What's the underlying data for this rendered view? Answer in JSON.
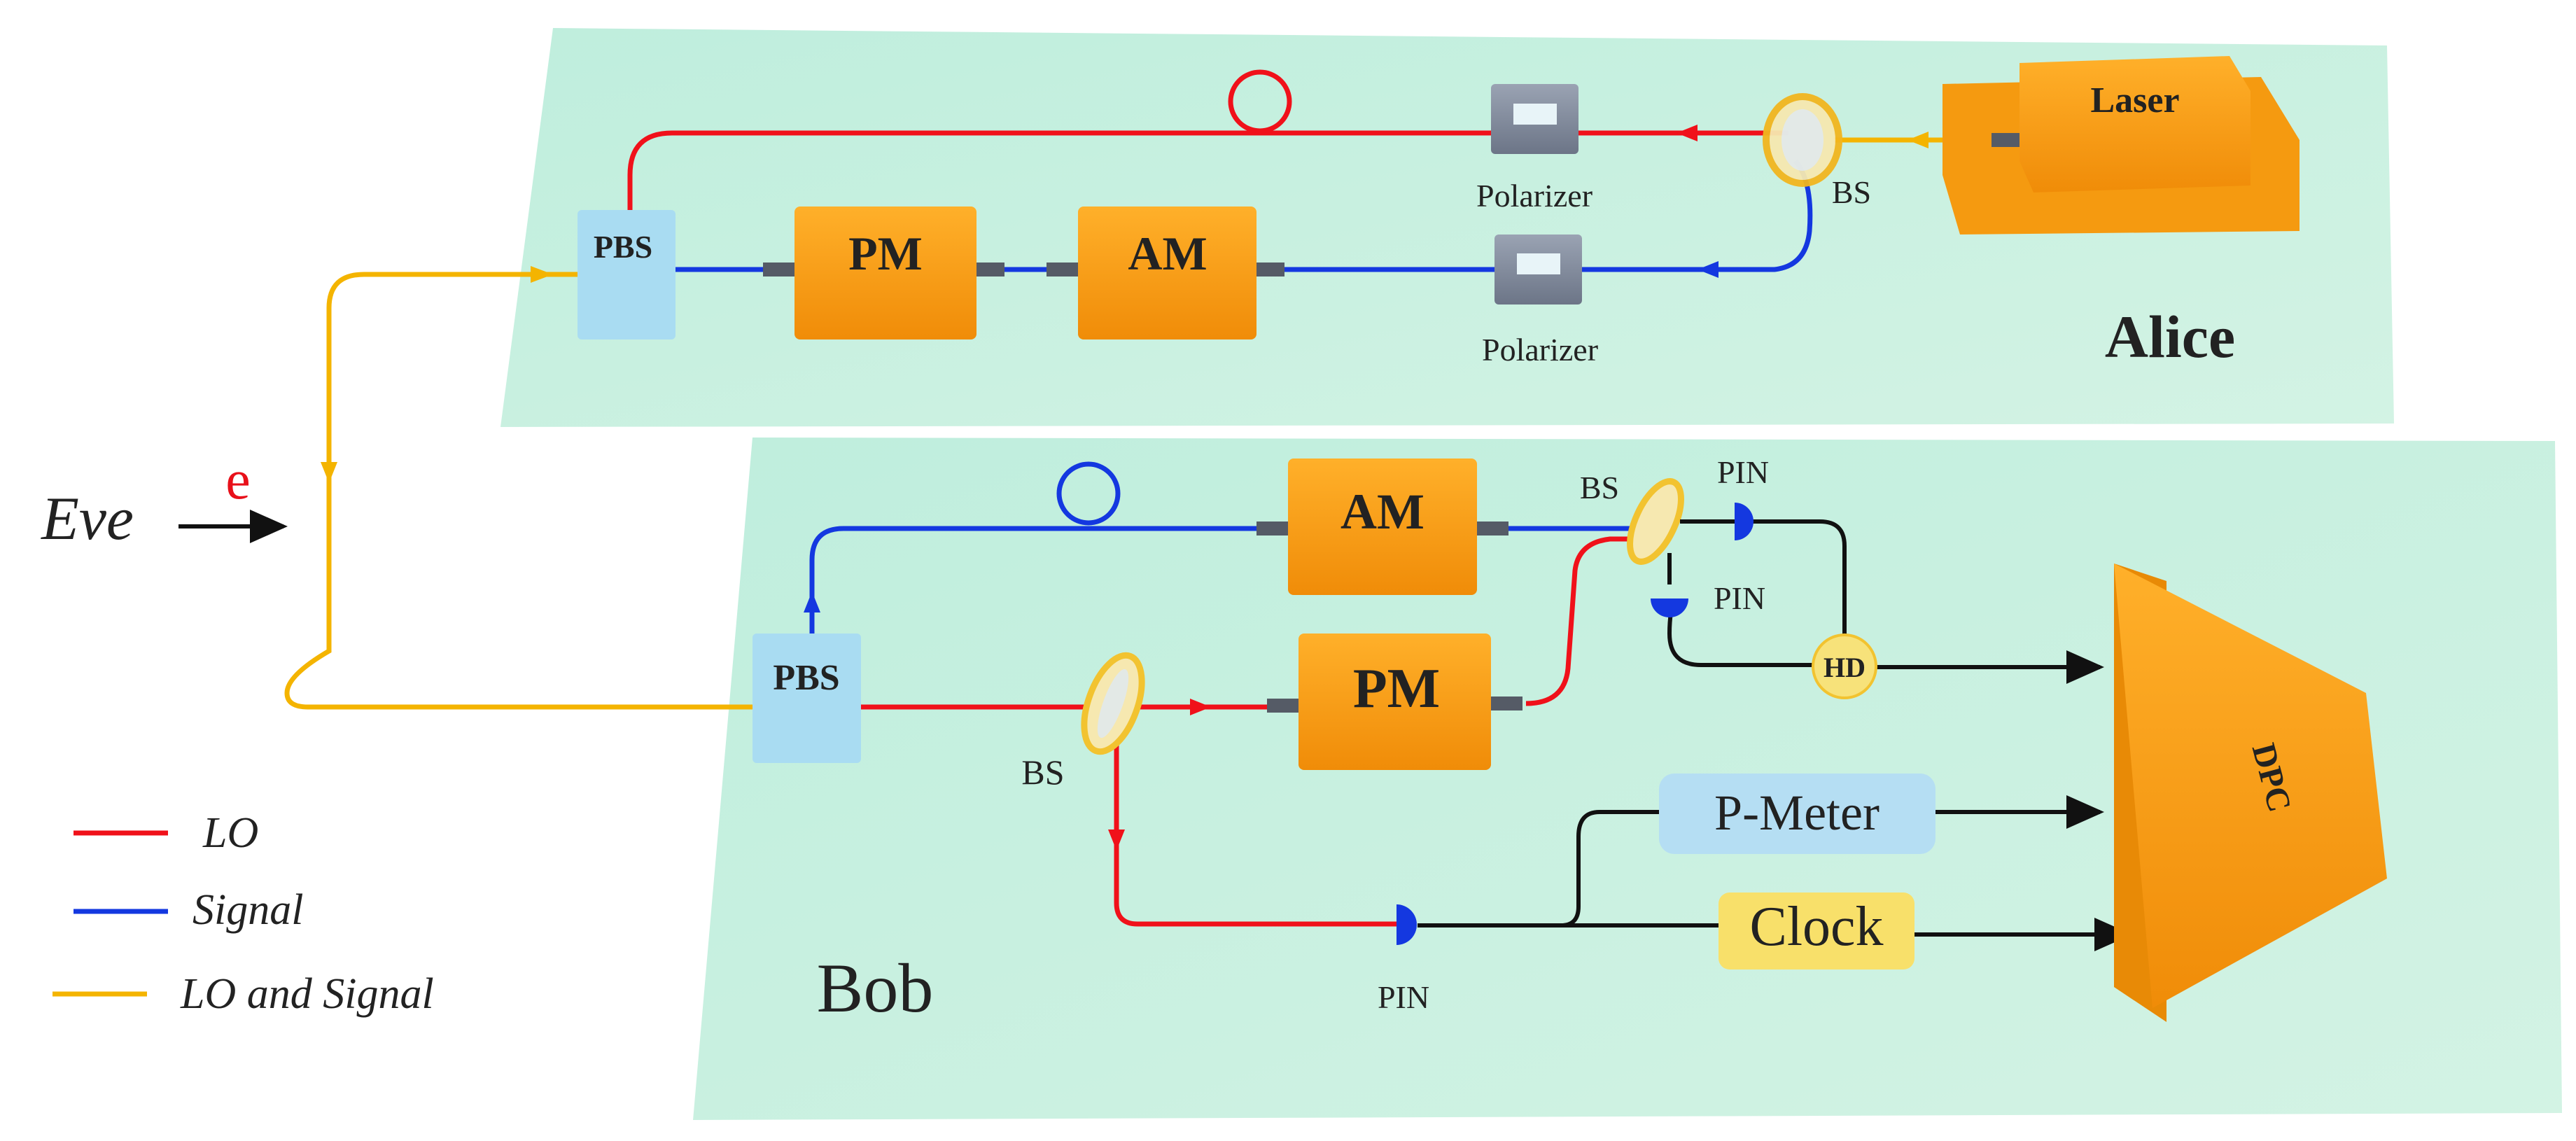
{
  "alice": {
    "name": "Alice",
    "laser": "Laser",
    "bs": "BS",
    "polarizer_top": "Polarizer",
    "polarizer_bottom": "Polarizer",
    "pbs": "PBS",
    "pm": "PM",
    "am": "AM"
  },
  "eve": {
    "name": "Eve",
    "marker": "e"
  },
  "bob": {
    "name": "Bob",
    "pbs": "PBS",
    "am": "AM",
    "pm": "PM",
    "bs_upper": "BS",
    "bs_lower": "BS",
    "pin_top": "PIN",
    "pin_middle": "PIN",
    "pin_bottom": "PIN",
    "hd": "HD",
    "pmeter": "P-Meter",
    "clock": "Clock",
    "dpc": "DPC"
  },
  "legend": {
    "items": [
      {
        "label": "LO",
        "color": "#f0111a"
      },
      {
        "label": "Signal",
        "color": "#1438e0"
      },
      {
        "label": "LO and Signal",
        "color": "#f4b400"
      }
    ]
  },
  "colors": {
    "lo": "#f0111a",
    "signal": "#1438e0",
    "combined": "#f4b400",
    "panel": "#c8efe0",
    "module": "#f79b12",
    "pbs": "#a9dcf2"
  }
}
